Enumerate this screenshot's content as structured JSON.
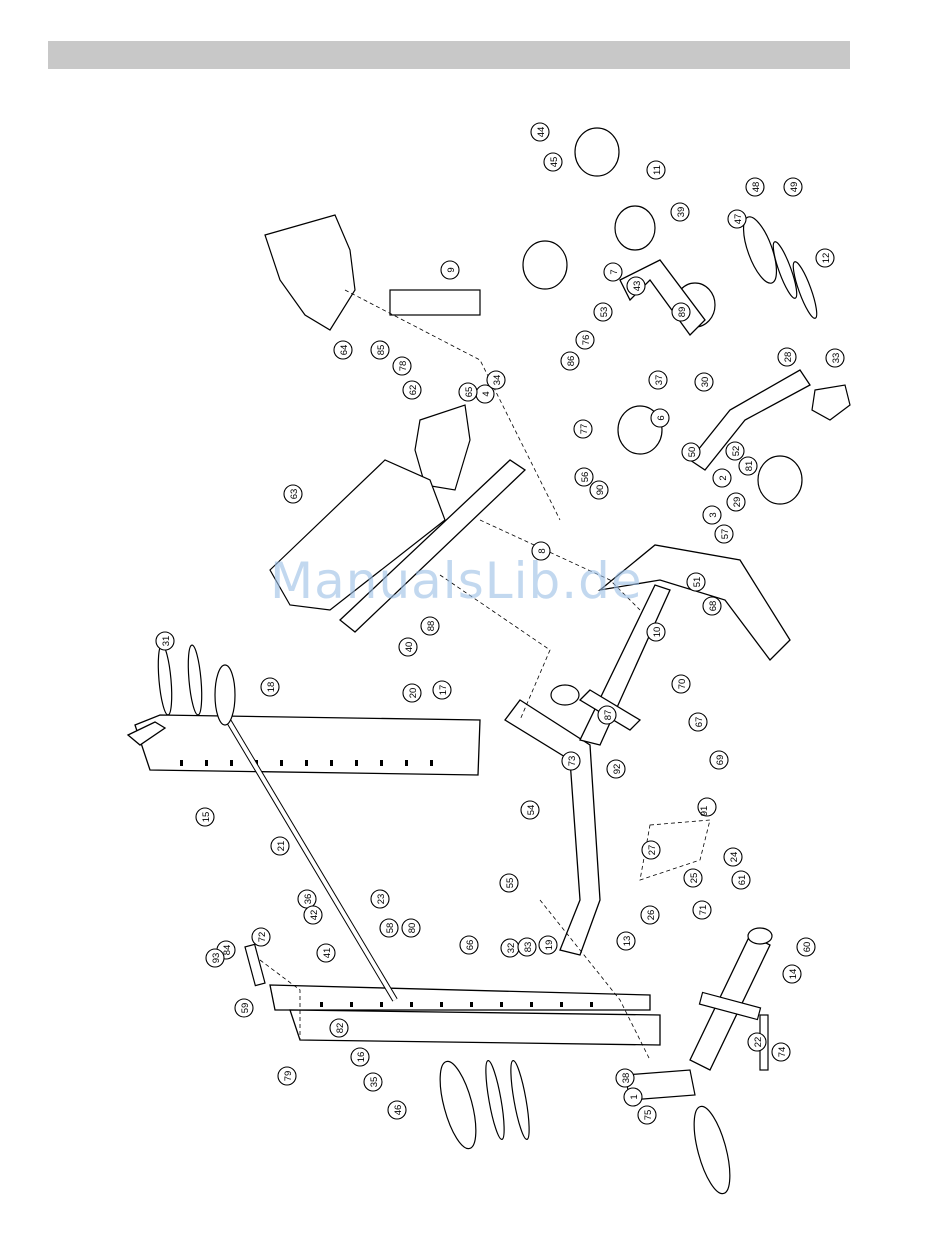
{
  "watermark": "ManualsLib.de",
  "callouts": [
    "1",
    "2",
    "3",
    "4",
    "6",
    "7",
    "8",
    "9",
    "10",
    "11",
    "12",
    "13",
    "14",
    "15",
    "16",
    "17",
    "18",
    "19",
    "20",
    "21",
    "22",
    "23",
    "24",
    "25",
    "26",
    "27",
    "28",
    "29",
    "30",
    "31",
    "32",
    "33",
    "34",
    "35",
    "36",
    "37",
    "38",
    "39",
    "40",
    "41",
    "42",
    "43",
    "44",
    "45",
    "46",
    "47",
    "48",
    "49",
    "50",
    "51",
    "52",
    "53",
    "54",
    "55",
    "56",
    "57",
    "58",
    "59",
    "60",
    "61",
    "62",
    "63",
    "64",
    "65",
    "66",
    "67",
    "68",
    "69",
    "70",
    "71",
    "72",
    "73",
    "74",
    "75",
    "76",
    "77",
    "78",
    "79",
    "80",
    "81",
    "82",
    "83",
    "84",
    "85",
    "86",
    "87",
    "88",
    "89",
    "90",
    "91",
    "92",
    "93"
  ]
}
